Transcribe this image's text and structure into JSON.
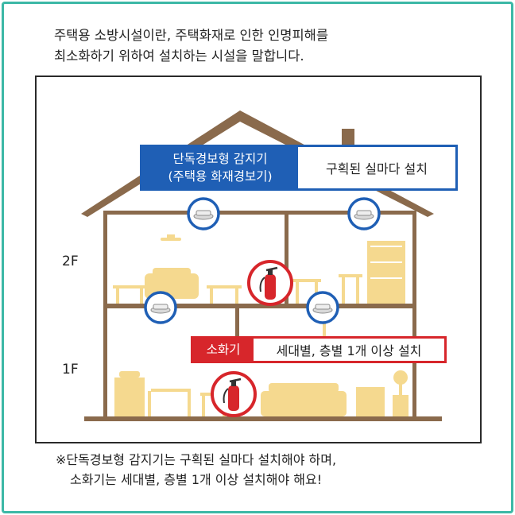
{
  "intro": {
    "line1": "주택용 소방시설이란, 주택화재로 인한 인명피해를",
    "line2": "최소화하기 위하여 설치하는 시설을 말합니다."
  },
  "floors": {
    "upper": "2F",
    "lower": "1F"
  },
  "detector_callout": {
    "tag_line1": "단독경보형 감지기",
    "tag_line2": "(주택용 화재경보기)",
    "description": "구획된 실마다 설치"
  },
  "extinguisher_callout": {
    "tag": "소화기",
    "description": "세대별, 층별 1개 이상 설치"
  },
  "footnote": {
    "line1": "※단독경보형 감지기는 구획된 실마다 설치해야 하며,",
    "line2": "소화기는 세대별, 층별 1개 이상 설치해야 해요!"
  },
  "colors": {
    "frame": "#3cb8a6",
    "house_outline": "#8a6a4c",
    "furniture": "#f5d98f",
    "detector_circle": "#1f5fb5",
    "detector_tag": "#1f5fb5",
    "extinguisher_circle": "#d7262b",
    "extinguisher_tag": "#d7262b"
  },
  "icons": {
    "detector": "smoke-detector-icon",
    "extinguisher": "fire-extinguisher-icon"
  }
}
